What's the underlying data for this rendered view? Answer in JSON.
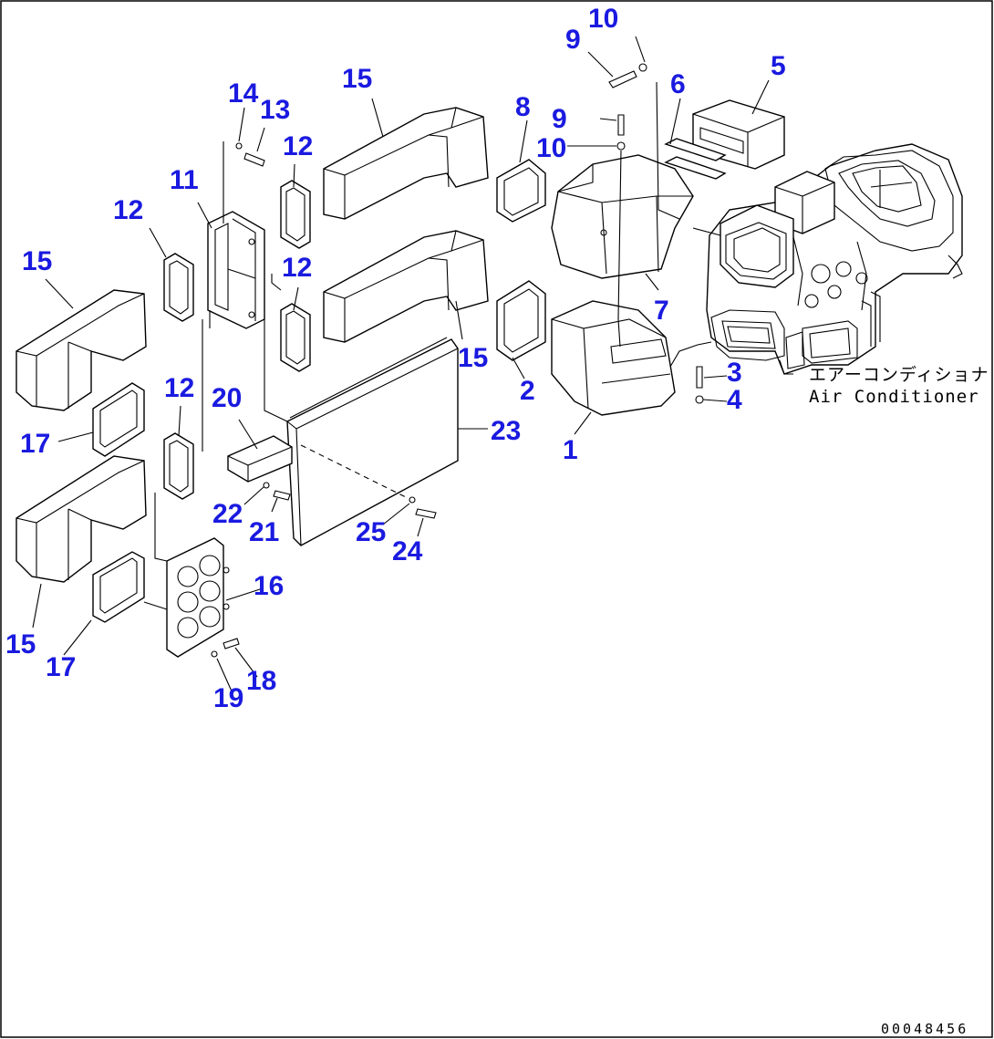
{
  "diagram": {
    "callouts": [
      {
        "id": "c10a",
        "label": "10"
      },
      {
        "id": "c9a",
        "label": "9"
      },
      {
        "id": "c5",
        "label": "5"
      },
      {
        "id": "c6",
        "label": "6"
      },
      {
        "id": "c8",
        "label": "8"
      },
      {
        "id": "c9b",
        "label": "9"
      },
      {
        "id": "c10b",
        "label": "10"
      },
      {
        "id": "c15a",
        "label": "15"
      },
      {
        "id": "c14",
        "label": "14"
      },
      {
        "id": "c13",
        "label": "13"
      },
      {
        "id": "c12a",
        "label": "12"
      },
      {
        "id": "c11",
        "label": "11"
      },
      {
        "id": "c12b",
        "label": "12"
      },
      {
        "id": "c15b",
        "label": "15"
      },
      {
        "id": "c12c",
        "label": "12"
      },
      {
        "id": "c7",
        "label": "7"
      },
      {
        "id": "c15c",
        "label": "15"
      },
      {
        "id": "c2",
        "label": "2"
      },
      {
        "id": "c3",
        "label": "3"
      },
      {
        "id": "c4",
        "label": "4"
      },
      {
        "id": "c12d",
        "label": "12"
      },
      {
        "id": "c20",
        "label": "20"
      },
      {
        "id": "c23",
        "label": "23"
      },
      {
        "id": "c17a",
        "label": "17"
      },
      {
        "id": "c1",
        "label": "1"
      },
      {
        "id": "c22",
        "label": "22"
      },
      {
        "id": "c21",
        "label": "21"
      },
      {
        "id": "c25",
        "label": "25"
      },
      {
        "id": "c24",
        "label": "24"
      },
      {
        "id": "c16",
        "label": "16"
      },
      {
        "id": "c15d",
        "label": "15"
      },
      {
        "id": "c17b",
        "label": "17"
      },
      {
        "id": "c18",
        "label": "18"
      },
      {
        "id": "c19",
        "label": "19"
      }
    ],
    "caption_jp": "エアーコンディショナ",
    "caption_en": "Air Conditioner",
    "document_number": "00048456"
  }
}
